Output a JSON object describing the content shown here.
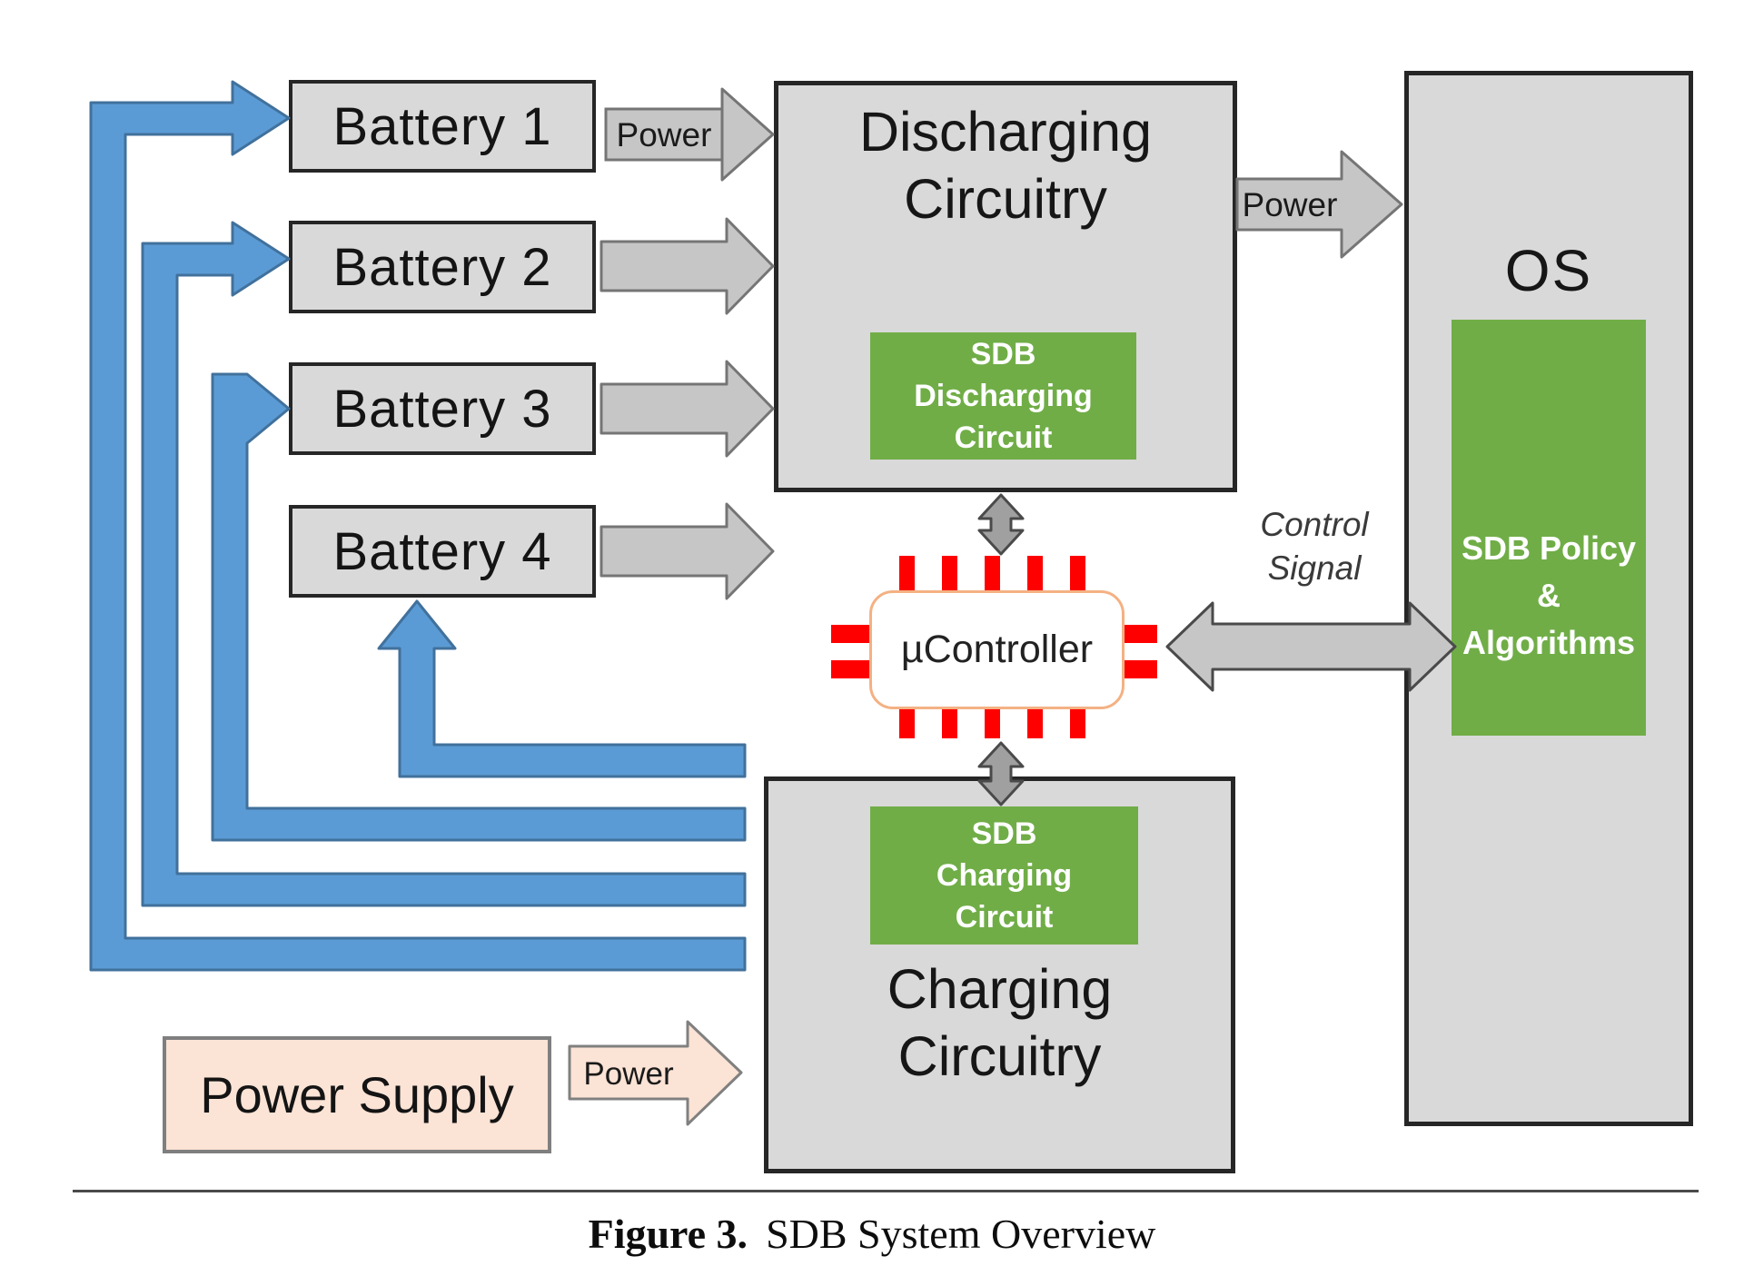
{
  "diagram": {
    "batteries": [
      {
        "label": "Battery 1"
      },
      {
        "label": "Battery 2"
      },
      {
        "label": "Battery 3"
      },
      {
        "label": "Battery 4"
      }
    ],
    "discharging": {
      "title1": "Discharging",
      "title2": "Circuitry",
      "green1": "SDB",
      "green2": "Discharging",
      "green3": "Circuit"
    },
    "charging": {
      "title1": "Charging",
      "title2": "Circuitry",
      "green1": "SDB",
      "green2": "Charging",
      "green3": "Circuit"
    },
    "os": {
      "title": "OS",
      "green1": "SDB Policy",
      "green2": "&",
      "green3": "Algorithms"
    },
    "controller": {
      "label": "µController"
    },
    "power_supply": {
      "label": "Power Supply"
    },
    "labels": {
      "power_battery1": "Power",
      "power_to_os": "Power",
      "power_supply_arrow": "Power",
      "control1": "Control",
      "control2": "Signal"
    },
    "colors": {
      "box_fill": "#D9D9D9",
      "green": "#70AD47",
      "blue_fill": "#5B9BD5",
      "blue_stroke": "#41719C",
      "gray_arrow_fill": "#C6C6C6",
      "gray_arrow_stroke": "#757575",
      "double_arrow_fill": "#A0A0A0",
      "double_arrow_stroke": "#4A4A4A",
      "peach_fill": "#FBE3D5",
      "peach_stroke": "#808080",
      "pin_red": "#FF0000",
      "chip_border": "#F4B183"
    }
  },
  "caption": {
    "prefix": "Figure 3.",
    "title": "SDB System Overview"
  }
}
